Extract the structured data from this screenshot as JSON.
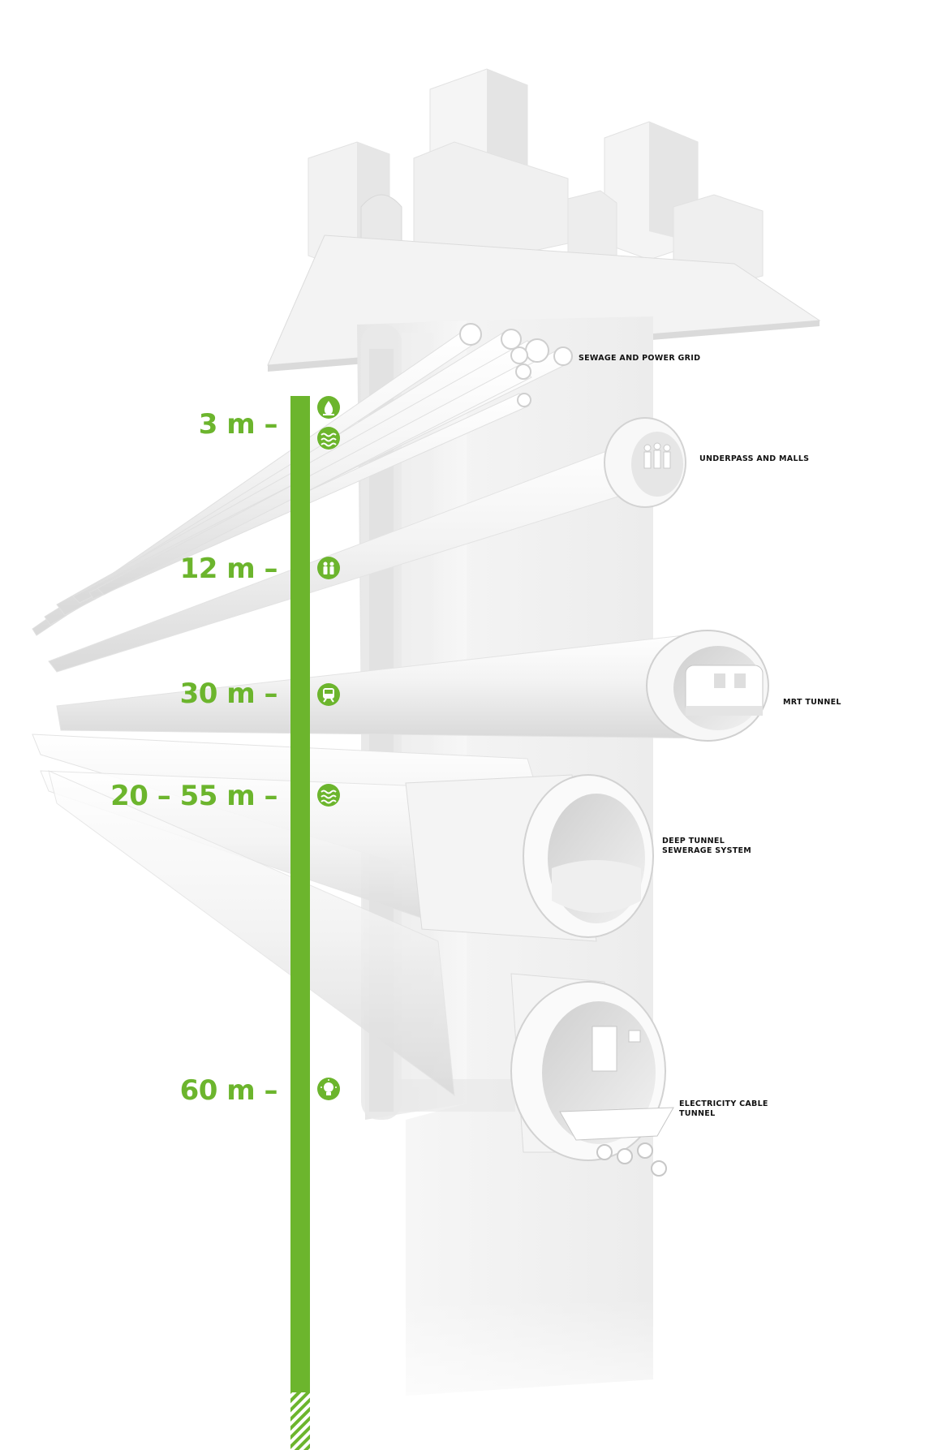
{
  "colors": {
    "accent": "#6cb52d",
    "label_text": "#111111",
    "structure": "#f4f4f4",
    "structure_shade": "#dedede"
  },
  "depths": [
    {
      "label": "3 m –",
      "icon": "water-drop-icon"
    },
    {
      "label": "",
      "icon": "water-waves-icon"
    },
    {
      "label": "12 m –",
      "icon": "people-icon"
    },
    {
      "label": "30 m –",
      "icon": "train-icon"
    },
    {
      "label": "20 – 55 m –",
      "icon": "water-waves-icon"
    },
    {
      "label": "60 m –",
      "icon": "lightbulb-icon"
    }
  ],
  "tunnel_labels": [
    [
      "SEWAGE AND POWER GRID"
    ],
    [
      "UNDERPASS AND MALLS"
    ],
    [
      "MRT TUNNEL"
    ],
    [
      "DEEP TUNNEL",
      "SEWERAGE SYSTEM"
    ],
    [
      "ELECTRICITY CABLE",
      "TUNNEL"
    ]
  ]
}
